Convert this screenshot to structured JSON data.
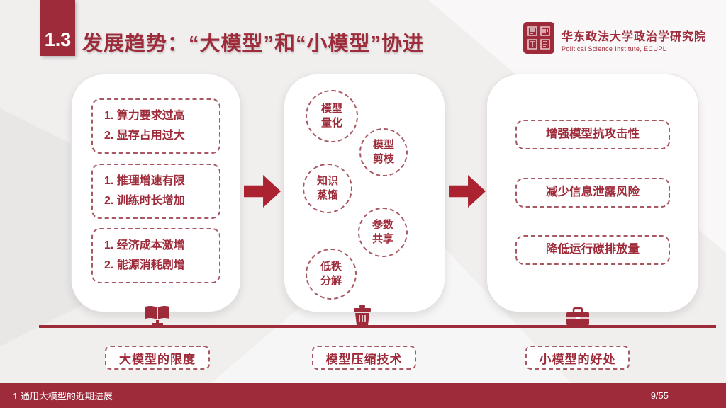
{
  "accent": "#9e2b3a",
  "header": {
    "section_number": "1.3",
    "title": "发展趋势：“大模型”和“小模型”协进",
    "institute_cn": "华东政法大学政治学研究院",
    "institute_en": "Political Science Institute, ECUPL"
  },
  "left_panel": {
    "boxes": [
      {
        "line1": "1. 算力要求过高",
        "line2": "2. 显存占用过大"
      },
      {
        "line1": "1. 推理增速有限",
        "line2": "2. 训练时长增加"
      },
      {
        "line1": "1. 经济成本激增",
        "line2": "2. 能源消耗剧增"
      }
    ]
  },
  "middle_panel": {
    "circles": [
      {
        "line1": "模型",
        "line2": "量化"
      },
      {
        "line1": "模型",
        "line2": "剪枝"
      },
      {
        "line1": "知识",
        "line2": "蒸馏"
      },
      {
        "line1": "参数",
        "line2": "共享"
      },
      {
        "line1": "低秩",
        "line2": "分解"
      }
    ]
  },
  "right_panel": {
    "boxes": [
      "增强模型抗攻击性",
      "减少信息泄露风险",
      "降低运行碳排放量"
    ]
  },
  "timeline": {
    "captions": [
      "大模型的限度",
      "模型压缩技术",
      "小模型的好处"
    ],
    "icons": [
      "book-icon",
      "compress-bin-icon",
      "briefcase-icon"
    ]
  },
  "footer": {
    "left": "1 通用大模型的近期进展",
    "right": "9/55"
  }
}
